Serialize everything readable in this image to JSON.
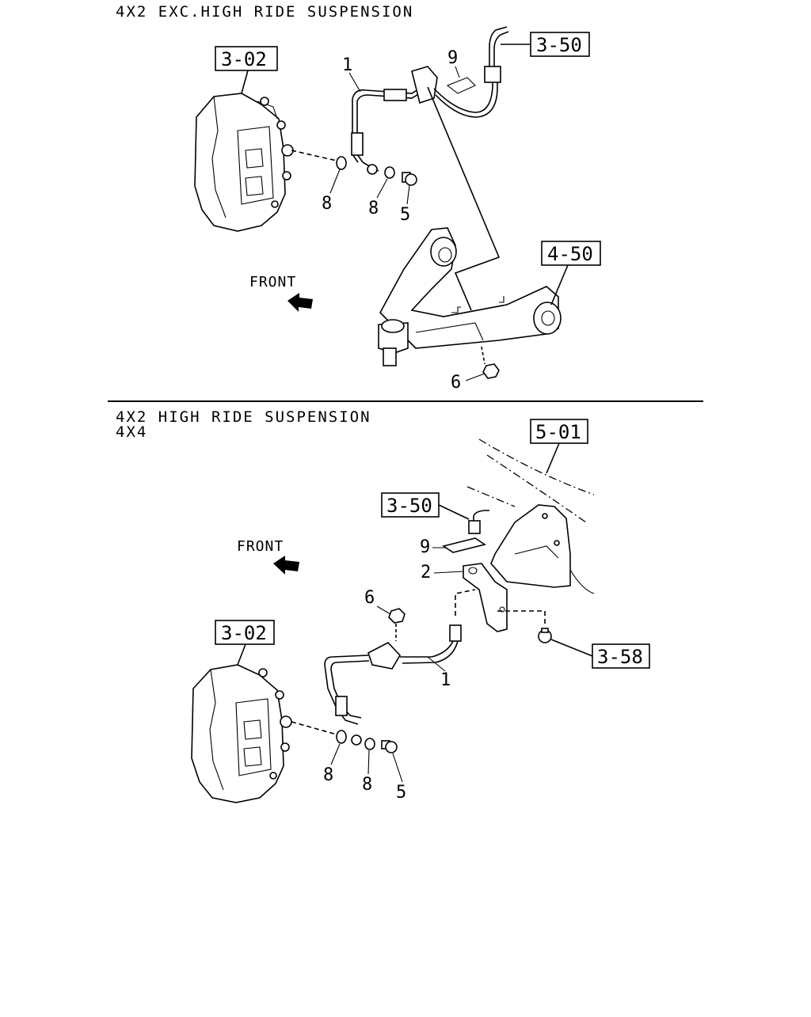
{
  "sections": [
    {
      "heading_lines": [
        "4X2 EXC.HIGH RIDE SUSPENSION"
      ],
      "front_label": "FRONT",
      "ref_boxes": [
        "3-02",
        "3-50",
        "4-50"
      ],
      "callouts": [
        "1",
        "9",
        "8",
        "8",
        "5",
        "6"
      ]
    },
    {
      "heading_lines": [
        "4X2 HIGH RIDE SUSPENSION",
        "4X4"
      ],
      "front_label": "FRONT",
      "ref_boxes": [
        "5-01",
        "3-50",
        "3-02",
        "3-58"
      ],
      "callouts": [
        "9",
        "2",
        "6",
        "1",
        "8",
        "8",
        "5"
      ]
    }
  ]
}
